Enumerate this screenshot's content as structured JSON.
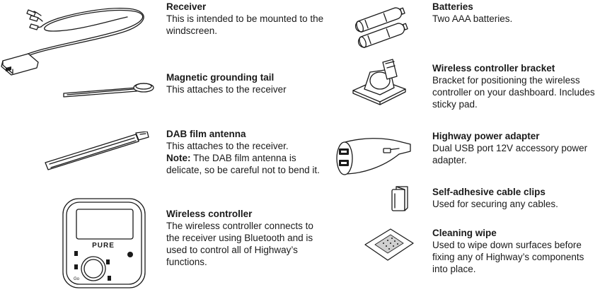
{
  "items": {
    "receiver": {
      "title": "Receiver",
      "desc": "This is intended to be mounted to the windscreen."
    },
    "grounding": {
      "title": "Magnetic grounding tail",
      "desc": "This attaches to the receiver"
    },
    "antenna": {
      "title": "DAB film antenna",
      "desc": "This attaches to the receiver.",
      "note_label": "Note:",
      "note": " The DAB film antenna is delicate, so be careful not to bend it."
    },
    "controller": {
      "title": "Wireless controller",
      "desc": "The wireless controller connects to the receiver using Bluetooth and is used to control all of Highway’s functions.",
      "brand": "PURE"
    },
    "batteries": {
      "title": "Batteries",
      "desc": "Two AAA batteries."
    },
    "bracket": {
      "title": "Wireless controller bracket",
      "desc": "Bracket for positioning the wireless controller on your dashboard. Includes sticky pad."
    },
    "adapter": {
      "title": "Highway power adapter",
      "desc": "Dual USB port 12V accessory power adapter."
    },
    "clips": {
      "title": "Self-adhesive cable clips",
      "desc": "Used for securing any cables."
    },
    "wipe": {
      "title": "Cleaning wipe",
      "desc": "Used to wipe down surfaces before fixing any of Highway’s components into place."
    }
  },
  "icons": [
    "receiver-icon",
    "grounding-tail-icon",
    "film-antenna-icon",
    "wireless-controller-icon",
    "batteries-icon",
    "bracket-icon",
    "power-adapter-icon",
    "cable-clip-icon",
    "cleaning-wipe-icon"
  ]
}
